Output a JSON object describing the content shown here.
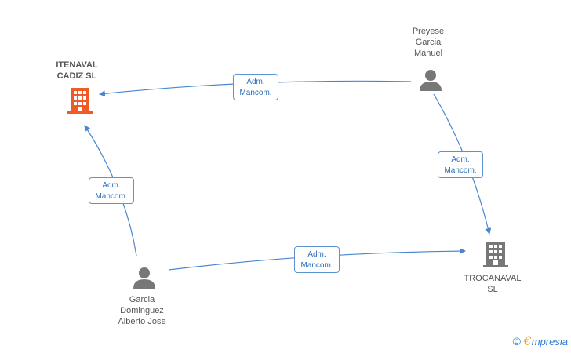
{
  "nodes": {
    "itenaval": {
      "lines": [
        "ITENAVAL",
        "CADIZ SL"
      ],
      "type": "company",
      "color": "#f05a28"
    },
    "preyese": {
      "lines": [
        "Preyese",
        "Garcia",
        "Manuel"
      ],
      "type": "person",
      "color": "#777777"
    },
    "garcia": {
      "lines": [
        "Garcia",
        "Dominguez",
        "Alberto Jose"
      ],
      "type": "person",
      "color": "#777777"
    },
    "trocanaval": {
      "lines": [
        "TROCANAVAL",
        "SL"
      ],
      "type": "company",
      "color": "#777777"
    }
  },
  "edges": [
    {
      "from": "preyese",
      "to": "itenaval",
      "label": [
        "Adm.",
        "Mancom."
      ]
    },
    {
      "from": "preyese",
      "to": "trocanaval",
      "label": [
        "Adm.",
        "Mancom."
      ]
    },
    {
      "from": "garcia",
      "to": "itenaval",
      "label": [
        "Adm.",
        "Mancom."
      ]
    },
    {
      "from": "garcia",
      "to": "trocanaval",
      "label": [
        "Adm.",
        "Mancom."
      ]
    }
  ],
  "colors": {
    "edge": "#4a86d0"
  },
  "brand": {
    "copyright": "©",
    "e": "€",
    "rest": "mpresia"
  }
}
